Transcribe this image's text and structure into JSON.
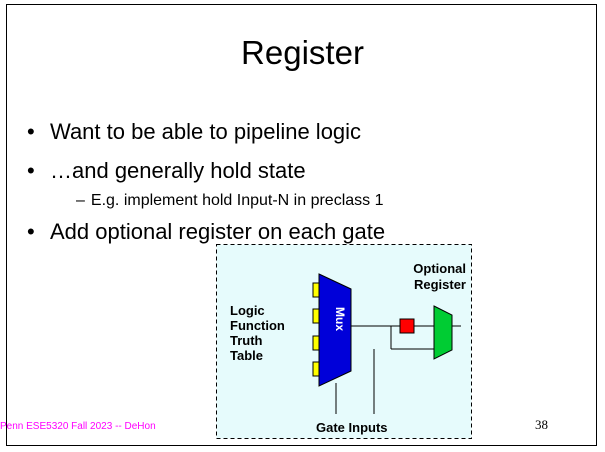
{
  "slide": {
    "title": "Register",
    "bullets": [
      "Want to be able to pipeline logic",
      "…and generally hold state",
      "Add optional register on each gate"
    ],
    "sub_bullets": [
      "E.g. implement hold Input-N in preclass 1"
    ],
    "footer": "Penn ESE5320 Fall 2023 -- DeHon",
    "page_number": "38"
  },
  "diagram": {
    "labels": {
      "logic_function": [
        "Logic",
        "Function",
        "Truth",
        "Table"
      ],
      "mux": "Mux",
      "optional_register": [
        "Optional",
        "Register"
      ],
      "gate_inputs": "Gate Inputs"
    },
    "colors": {
      "background": "#e6fbfc",
      "truth_table_cell": "#ffff00",
      "mux": "#0000d9",
      "register": "#ff0000",
      "output_mux": "#00cc33",
      "footer": "#ff00ff"
    },
    "truth_table_cells": 4
  }
}
